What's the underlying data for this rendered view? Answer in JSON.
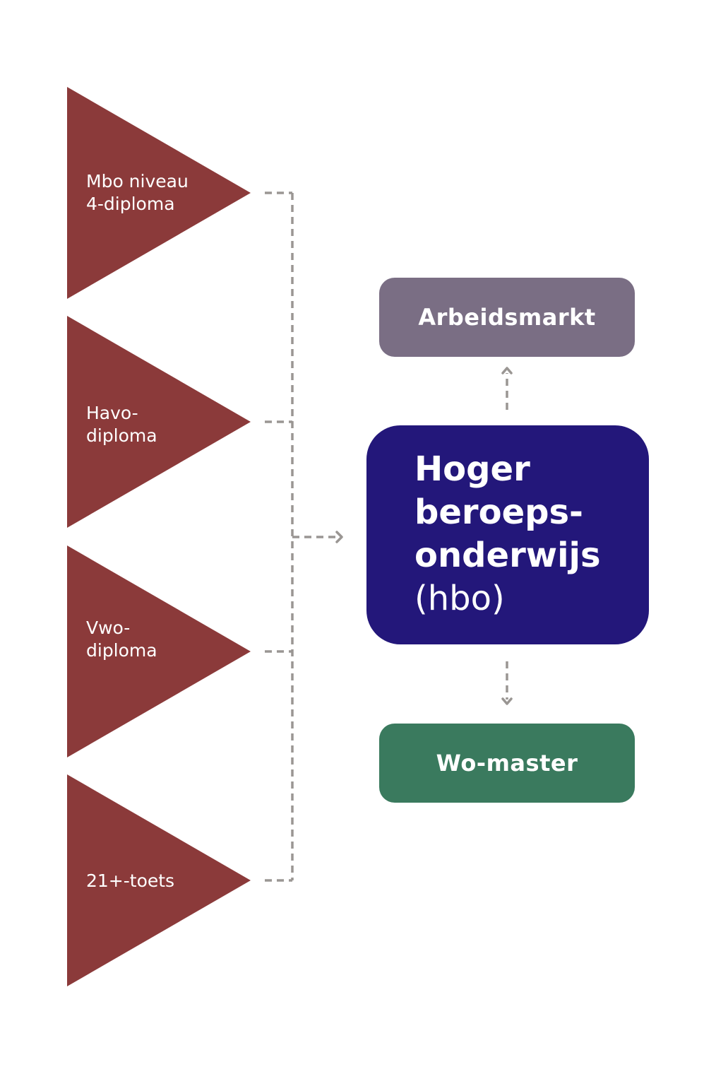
{
  "inputs": [
    {
      "lines": [
        "Mbo niveau",
        "4-diploma"
      ]
    },
    {
      "lines": [
        "Havo-",
        "diploma"
      ]
    },
    {
      "lines": [
        "Vwo-",
        "diploma"
      ]
    },
    {
      "lines": [
        "21+-toets"
      ]
    }
  ],
  "center": {
    "title_lines": [
      "Hoger",
      "beroeps-",
      "onderwijs"
    ],
    "abbreviation": "(hbo)"
  },
  "outputs": {
    "top": "Arbeidsmarkt",
    "bottom": "Wo-master"
  },
  "colors": {
    "triangle": "#8b3a3a",
    "center": "#23177a",
    "top_box": "#7a6e84",
    "bottom_box": "#3a7a5e",
    "connector": "#9a9693"
  }
}
